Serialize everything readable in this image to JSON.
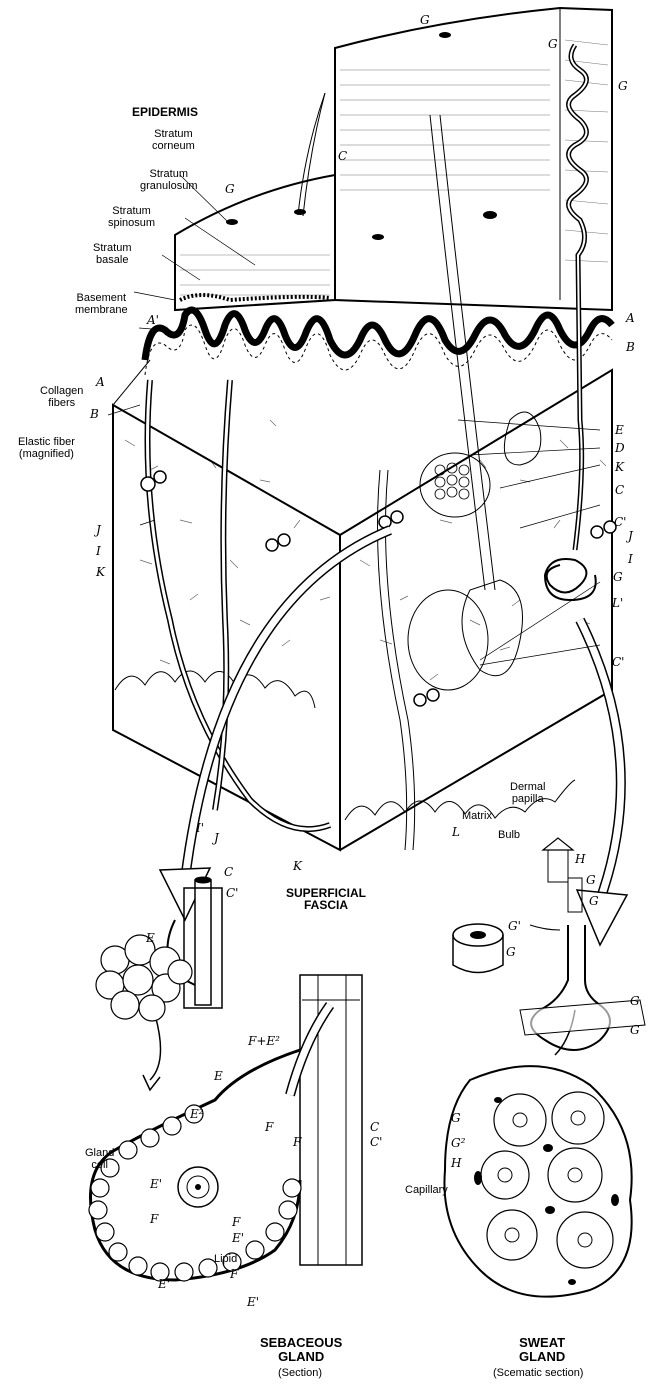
{
  "title": "EPIDERMIS",
  "epidermis_layers": {
    "corneum": [
      "Stratum",
      "corneum"
    ],
    "granulosum": [
      "Stratum",
      "granulosum"
    ],
    "spinosum": [
      "Stratum",
      "spinosum"
    ],
    "basale": [
      "Stratum",
      "basale"
    ],
    "basement": [
      "Basement",
      "membrane"
    ]
  },
  "left_labels": {
    "collagen": [
      "Collagen",
      "fibers"
    ],
    "elastic": [
      "Elastic fiber",
      "(magnified)"
    ]
  },
  "structure_labels": {
    "matrix": "Matrix",
    "bulb": "Bulb",
    "dermal_papilla": [
      "Dermal",
      "papilla"
    ],
    "superficial_fascia": [
      "SUPERFICIAL",
      "FASCIA"
    ],
    "gland_cell": [
      "Gland",
      "cell"
    ],
    "lipid": "Lipid",
    "capillary": "Capillary"
  },
  "sections": {
    "sebaceous": {
      "title": [
        "SEBACEOUS",
        "GLAND"
      ],
      "note": "(Section)"
    },
    "sweat": {
      "title": [
        "SWEAT",
        "GLAND"
      ],
      "note": "(Scematic section)"
    }
  },
  "letters": {
    "G": "G",
    "C": "C",
    "A": "A",
    "A1": "A'",
    "B": "B",
    "D": "D",
    "E": "E",
    "K": "K",
    "J": "J",
    "I": "I",
    "I1": "I'",
    "L": "L",
    "L1": "L'",
    "C1": "C'",
    "H": "H",
    "G1": "G'",
    "G2": "G²",
    "E1": "E'",
    "E2": "E²",
    "F": "F",
    "FE2": "F+E²"
  }
}
